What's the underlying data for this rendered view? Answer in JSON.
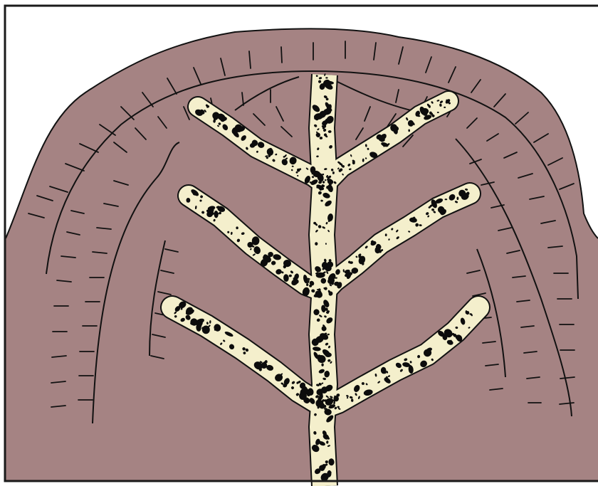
{
  "colors": {
    "background": "#ffffff",
    "frame": "#1a1a1a",
    "dome": "#a58383",
    "vein_fill": "#f4efcc",
    "vein_outline": "#111111",
    "speckle": "#0c0c0c",
    "line": "#111111"
  },
  "diagram": {
    "elements": [
      "outer-frame",
      "dome-body",
      "dome-outline",
      "growth-layer-lines",
      "layer-tick-marks",
      "vein-trunk",
      "vein-branches",
      "vein-speckles"
    ],
    "branch_levels": 3
  }
}
